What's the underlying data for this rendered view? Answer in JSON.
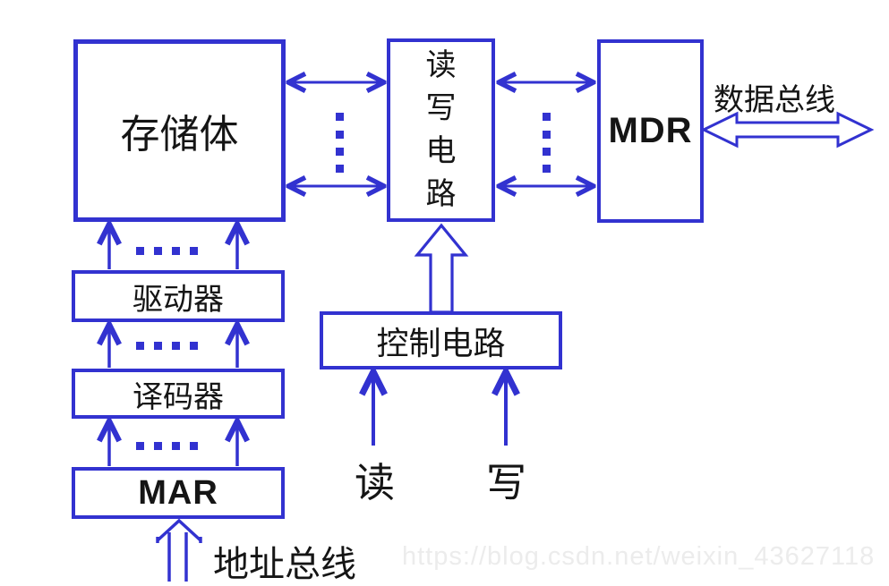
{
  "diagram": {
    "accent_color": "#3232d0",
    "text_color": "#151515",
    "watermark_color": "#ececec",
    "nodes": {
      "memory": {
        "label": "存储体"
      },
      "rw_circuit": {
        "label": "读写电路"
      },
      "mdr": {
        "label": "MDR"
      },
      "driver": {
        "label": "驱动器"
      },
      "decoder": {
        "label": "译码器"
      },
      "mar": {
        "label": "MAR"
      },
      "control": {
        "label": "控制电路"
      }
    },
    "bus_labels": {
      "data_bus": "数据总线",
      "address_bus": "地址总线"
    },
    "signal_labels": {
      "read": "读",
      "write": "写"
    },
    "connections": [
      {
        "from": "memory",
        "to": "rw_circuit",
        "type": "bidirectional-arrows-with-ellipsis"
      },
      {
        "from": "rw_circuit",
        "to": "mdr",
        "type": "bidirectional-arrows-with-ellipsis"
      },
      {
        "from": "mdr",
        "to": "data_bus",
        "type": "hollow-bidirectional-arrow"
      },
      {
        "from": "address_bus",
        "to": "mar",
        "type": "hollow-up-arrow"
      },
      {
        "from": "mar",
        "to": "decoder",
        "type": "up-arrows-with-ellipsis"
      },
      {
        "from": "decoder",
        "to": "driver",
        "type": "up-arrows-with-ellipsis"
      },
      {
        "from": "driver",
        "to": "memory",
        "type": "up-arrows-with-ellipsis"
      },
      {
        "from": "control",
        "to": "rw_circuit",
        "type": "hollow-up-arrow"
      },
      {
        "from": "read",
        "to": "control",
        "type": "up-arrow"
      },
      {
        "from": "write",
        "to": "control",
        "type": "up-arrow"
      }
    ],
    "watermark": "https://blog.csdn.net/weixin_43627118"
  }
}
